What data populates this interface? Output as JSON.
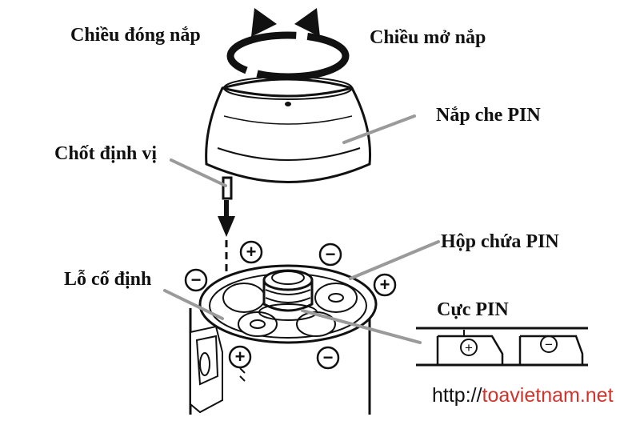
{
  "labels": {
    "close_direction": "Chiều đóng nắp",
    "open_direction": "Chiều mở nắp",
    "battery_cover": "Nắp che PIN",
    "locating_pin": "Chốt định vị",
    "battery_holder": "Hộp chứa PIN",
    "fixing_hole": "Lỗ cố định",
    "battery_terminal": "Cực PIN"
  },
  "watermark": {
    "prefix": "http://",
    "site": "toavietnam.net"
  },
  "symbols": {
    "plus": "+",
    "minus": "−"
  },
  "colors": {
    "line": "#111111",
    "leader": "#9a9a9a",
    "watermark_accent": "#d0342c"
  }
}
